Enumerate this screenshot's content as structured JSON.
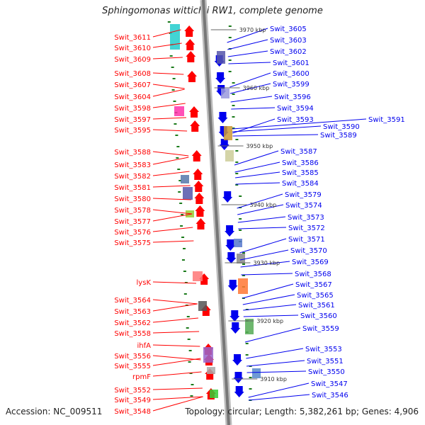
{
  "title": "Sphingomonas wittichii RW1, complete genome",
  "accession": "Accession: NC_009511",
  "summary": "Topology: circular; Length: 5,382,261 bp; Genes: 4,906",
  "colors": {
    "reverse": "#ff0000",
    "forward": "#0000ee",
    "tick": "#1a7a1a",
    "backbone": "#777777"
  },
  "left_labels": [
    "Swit_3611",
    "Swit_3610",
    "Swit_3609",
    "Swit_3608",
    "Swit_3607",
    "Swit_3604",
    "Swit_3598",
    "Swit_3597",
    "Swit_3595",
    "Swit_3588",
    "Swit_3583",
    "Swit_3582",
    "Swit_3581",
    "Swit_3580",
    "Swit_3578",
    "Swit_3577",
    "Swit_3576",
    "Swit_3575",
    "lysK",
    "Swit_3564",
    "Swit_3563",
    "Swit_3562",
    "Swit_3558",
    "ihfA",
    "Swit_3556",
    "Swit_3555",
    "rpmF",
    "Swit_3552",
    "Swit_3549",
    "Swit_3548"
  ],
  "right_labels": [
    "Swit_3605",
    "Swit_3603",
    "Swit_3602",
    "Swit_3601",
    "Swit_3600",
    "Swit_3599",
    "Swit_3596",
    "Swit_3594",
    "Swit_3593",
    "Swit_3591",
    "Swit_3590",
    "Swit_3589",
    "Swit_3587",
    "Swit_3586",
    "Swit_3585",
    "Swit_3584",
    "Swit_3579",
    "Swit_3574",
    "Swit_3573",
    "Swit_3572",
    "Swit_3571",
    "Swit_3570",
    "Swit_3569",
    "Swit_3568",
    "Swit_3567",
    "Swit_3565",
    "Swit_3561",
    "Swit_3560",
    "Swit_3559",
    "Swit_3553",
    "Swit_3551",
    "Swit_3550",
    "Swit_3547",
    "Swit_3546"
  ],
  "kbp_labels": [
    "3970 kbp",
    "3960 kbp",
    "3950 kbp",
    "3940 kbp",
    "3930 kbp",
    "3920 kbp",
    "3910 kbp"
  ]
}
